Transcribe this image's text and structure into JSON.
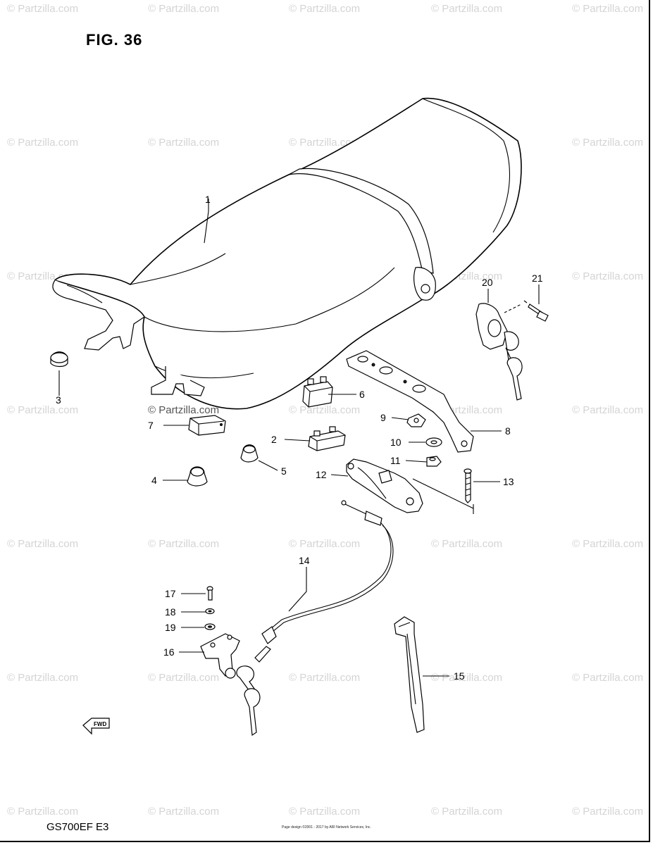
{
  "figure_title": "FIG. 36",
  "model_label": "GS700EF  E3",
  "copyright_text": "Page design ©2001 - 2017 by ARI Network Services, Inc.",
  "watermark_text": "© Partzilla.com",
  "fwd_label": "FWD",
  "callouts": [
    {
      "id": "1",
      "label": "1"
    },
    {
      "id": "2",
      "label": "2"
    },
    {
      "id": "3",
      "label": "3"
    },
    {
      "id": "4",
      "label": "4"
    },
    {
      "id": "5",
      "label": "5"
    },
    {
      "id": "6",
      "label": "6"
    },
    {
      "id": "7",
      "label": "7"
    },
    {
      "id": "8",
      "label": "8"
    },
    {
      "id": "9",
      "label": "9"
    },
    {
      "id": "10",
      "label": "10"
    },
    {
      "id": "11",
      "label": "11"
    },
    {
      "id": "12",
      "label": "12"
    },
    {
      "id": "13",
      "label": "13"
    },
    {
      "id": "14",
      "label": "14"
    },
    {
      "id": "15",
      "label": "15"
    },
    {
      "id": "16",
      "label": "16"
    },
    {
      "id": "17",
      "label": "17"
    },
    {
      "id": "18",
      "label": "18"
    },
    {
      "id": "19",
      "label": "19"
    },
    {
      "id": "20",
      "label": "20"
    },
    {
      "id": "21",
      "label": "21"
    }
  ]
}
